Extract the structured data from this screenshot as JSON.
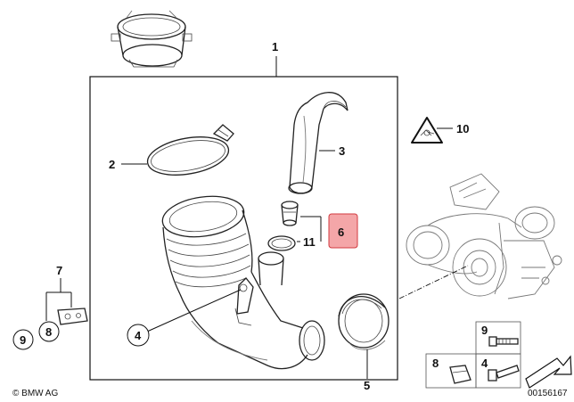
{
  "callouts": {
    "c1": "1",
    "c2": "2",
    "c3": "3",
    "c4": "4",
    "c5": "5",
    "c6": "6",
    "c7": "7",
    "c8": "8",
    "c9": "9",
    "c10": "10",
    "c11": "11",
    "legend_9": "9",
    "legend_4": "4",
    "legend_8": "8"
  },
  "footer": {
    "copyright": "© BMW AG",
    "diagram_number": "00156167"
  },
  "colors": {
    "highlight_fill": "#f4a6a8",
    "highlight_stroke": "#d23a3f",
    "line": "#222222"
  }
}
